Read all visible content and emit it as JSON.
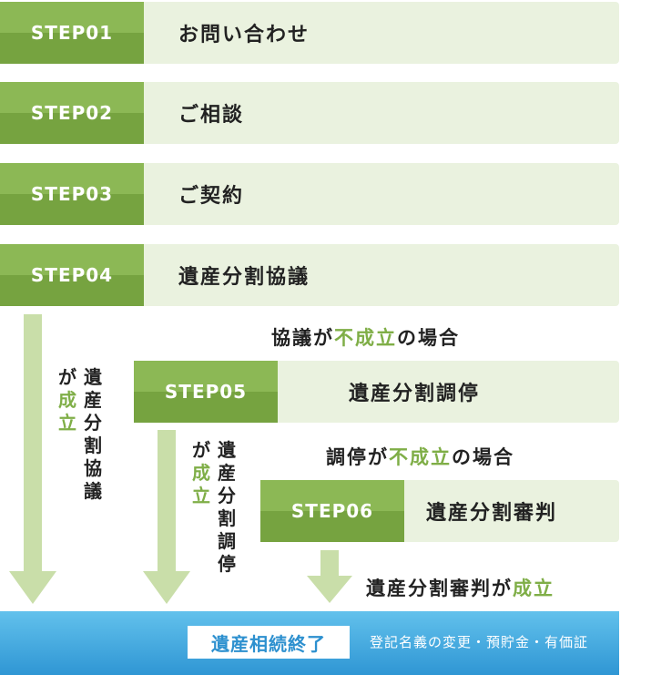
{
  "steps": [
    {
      "label": "STEP01",
      "title": "お問い合わせ"
    },
    {
      "label": "STEP02",
      "title": "ご相談"
    },
    {
      "label": "STEP03",
      "title": "ご契約"
    },
    {
      "label": "STEP04",
      "title": "遺産分割協議"
    },
    {
      "label": "STEP05",
      "title": "遺産分割調停"
    },
    {
      "label": "STEP06",
      "title": "遺産分割審判"
    }
  ],
  "conditions": {
    "kyogi_fuseiritsu": {
      "prefix": "協議が",
      "highlight": "不成立",
      "suffix": "の場合"
    },
    "chotei_fuseiritsu": {
      "prefix": "調停が",
      "highlight": "不成立",
      "suffix": "の場合"
    }
  },
  "arrow_labels": {
    "kyogi": {
      "top": [
        "遺",
        "産",
        "分",
        "割",
        "協",
        "議"
      ],
      "ga": "が",
      "highlight": [
        "成",
        "立"
      ]
    },
    "chotei": {
      "top": [
        "遺",
        "産",
        "分",
        "割",
        "調",
        "停"
      ],
      "ga": "が",
      "highlight": [
        "成",
        "立"
      ]
    },
    "shinpan": {
      "prefix": "遺産分割審判が",
      "highlight": "成立"
    }
  },
  "final": {
    "label": "遺産相続終了",
    "description": "登記名義の変更・預貯金・有価証"
  },
  "colors": {
    "step_green": "#8cb855",
    "title_bg": "#eaf2df",
    "arrow": "#c9dea9",
    "accent": "#7fae47",
    "final_blue": "#2f96d4"
  }
}
